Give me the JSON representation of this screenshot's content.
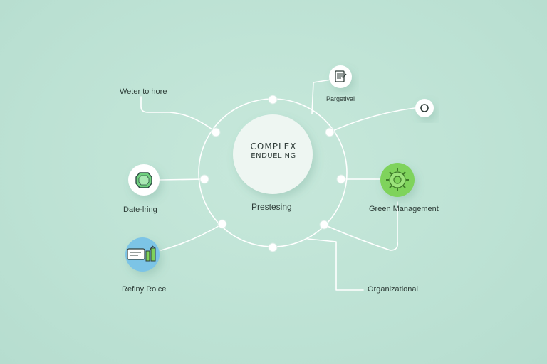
{
  "diagram": {
    "center": {
      "line1": "COMPLEX",
      "line2": "ENDUELING"
    },
    "below_center_label": "Prestesing",
    "nodes": [
      {
        "id": "water",
        "label": "Weter to hore",
        "icon": "none"
      },
      {
        "id": "perpetual",
        "label": "Pargetival",
        "icon": "document-icon"
      },
      {
        "id": "ring",
        "label": "",
        "icon": "ring-icon"
      },
      {
        "id": "date",
        "label": "Date-lring",
        "icon": "octagon-icon"
      },
      {
        "id": "green",
        "label": "Green Management",
        "icon": "gear-icon"
      },
      {
        "id": "refiny",
        "label": "Refiny Roice",
        "icon": "card-plant-icon"
      },
      {
        "id": "organizational",
        "label": "Organizational",
        "icon": "none"
      }
    ],
    "colors": {
      "background": "#bfe3d6",
      "line": "#ffffff",
      "center_fill": "#eef6f2",
      "green_accent": "#7fd35c",
      "blue_accent": "#7cc4e6"
    }
  }
}
